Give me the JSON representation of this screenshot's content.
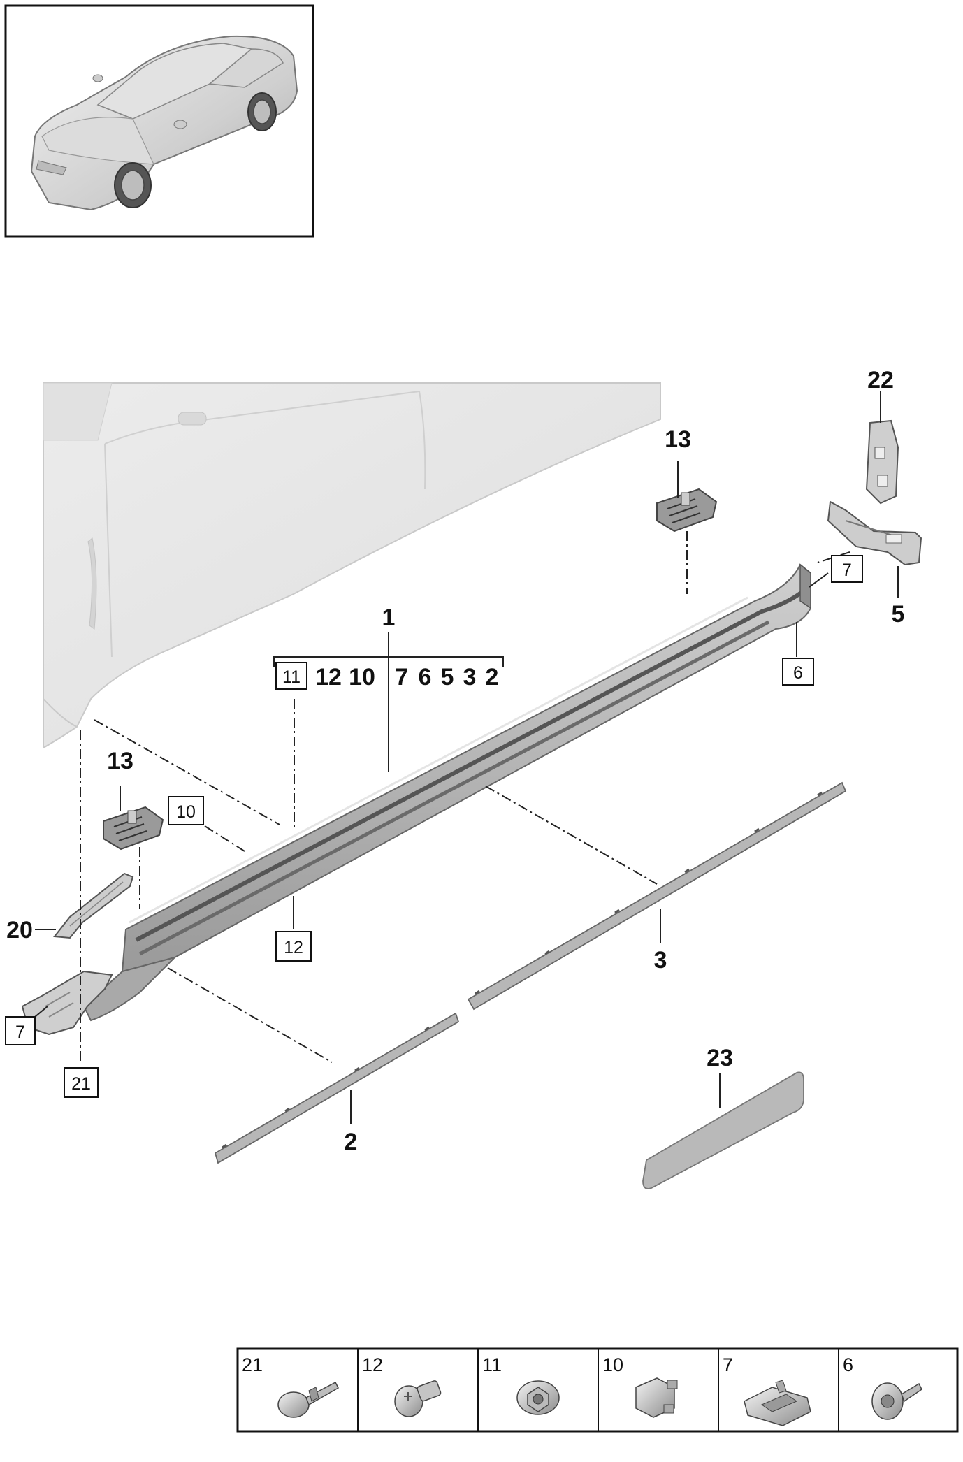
{
  "callouts": {
    "c1": "1",
    "c1_group": [
      "11",
      "12",
      "10",
      "7",
      "6",
      "5",
      "3",
      "2"
    ],
    "c2": "2",
    "c3": "3",
    "c5": "5",
    "c6": "6",
    "c7_right": "7",
    "c7_left": "7",
    "c10": "10",
    "c12": "12",
    "c13_top": "13",
    "c13_left": "13",
    "c20": "20",
    "c21": "21",
    "c22": "22",
    "c23": "23"
  },
  "legend": {
    "cells": [
      {
        "number": "21",
        "icon": "expanding-rivet-icon"
      },
      {
        "number": "12",
        "icon": "screw-icon"
      },
      {
        "number": "11",
        "icon": "nut-washer-icon"
      },
      {
        "number": "10",
        "icon": "clip-nut-icon"
      },
      {
        "number": "7",
        "icon": "spring-clip-icon"
      },
      {
        "number": "6",
        "icon": "push-rivet-icon"
      }
    ]
  },
  "colors": {
    "part_fill": "#b9b9b9",
    "part_dark": "#7d7d7d",
    "ghost_body": "#e6e6e6",
    "line": "#222222"
  }
}
